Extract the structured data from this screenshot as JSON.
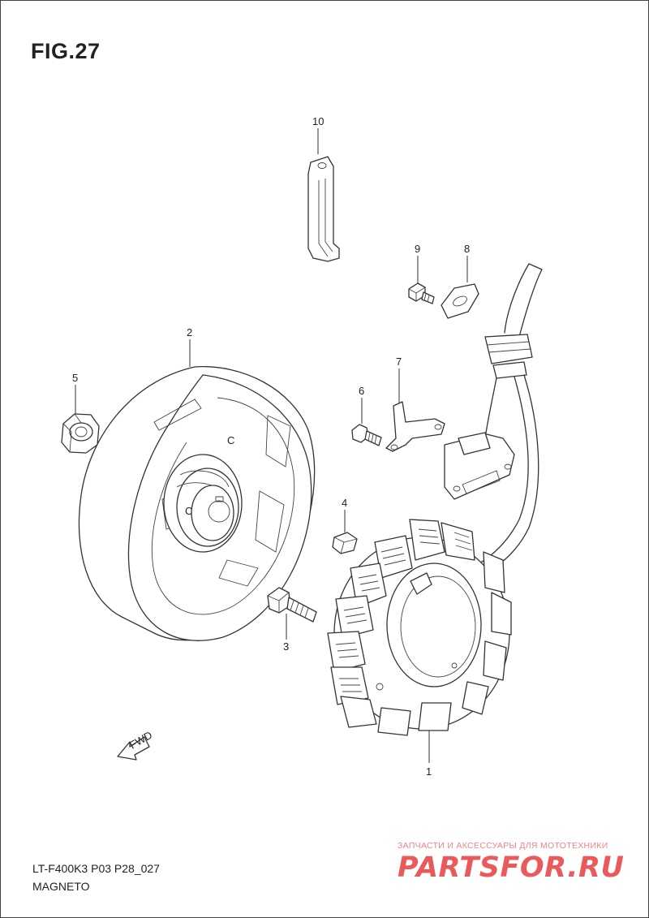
{
  "figure": {
    "title": "FIG.27",
    "model_code": "LT-F400K3  P03  P28_027",
    "section_name": "MAGNETO",
    "direction_label": "FWD"
  },
  "callouts": [
    "1",
    "2",
    "3",
    "4",
    "5",
    "6",
    "7",
    "8",
    "9",
    "10"
  ],
  "watermark": {
    "caption": "ЗАПЧАСТИ И АКСЕССУАРЫ ДЛЯ МОТОТЕХНИКИ",
    "logo": "PARTSFOR.RU",
    "color": "#ea5a5a"
  }
}
